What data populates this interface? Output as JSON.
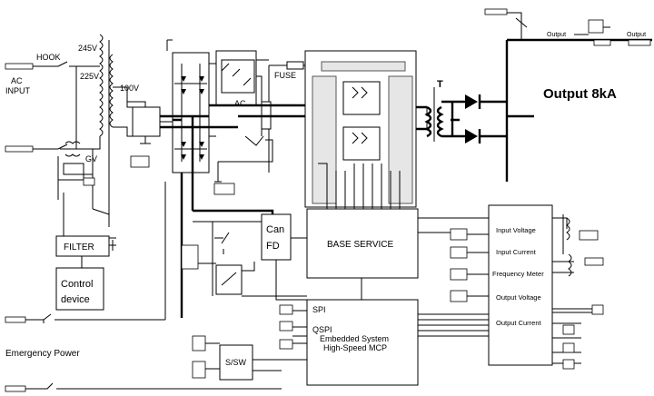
{
  "labels": {
    "hook": "HOOK",
    "ac_input_line1": "AC",
    "ac_input_line2": "INPUT",
    "v245": "245V",
    "v225": "225V",
    "v100": "100V",
    "gv": "GV",
    "filter": "FILTER",
    "control_line1": "Control",
    "control_line2": "device",
    "emergency_power": "Emergency Power",
    "ac_switch": "AC",
    "fuse": "FUSE",
    "transformer": "T",
    "output_8ka": "Output 8kA",
    "output_left": "Output",
    "output_right": "Output",
    "can_line1": "Can",
    "can_line2": "FD",
    "base_service": "BASE SERVICE",
    "spi": "SPI",
    "qspi": "QSPI",
    "embedded_line1": "Embedded System",
    "embedded_line2": "High-Speed MCP",
    "ssw": "S/SW",
    "input_voltage": "Input Voltage",
    "input_current": "Input Current",
    "frequency_meter": "Frequency Meter",
    "output_voltage": "Output Voltage",
    "output_current": "Output Current"
  }
}
